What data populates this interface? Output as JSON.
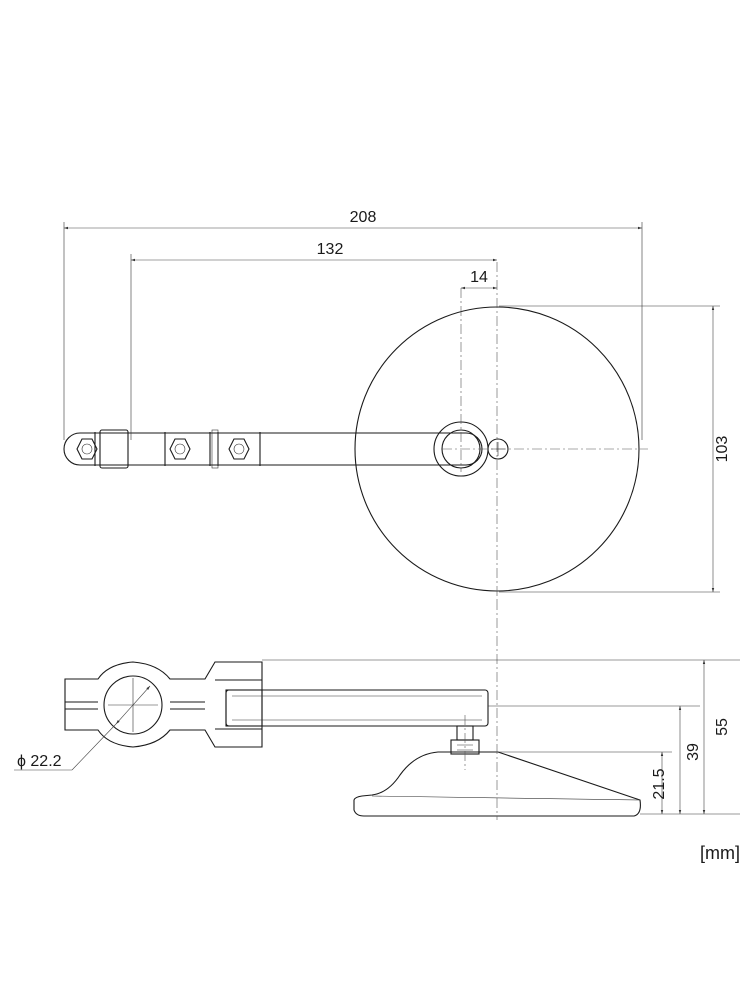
{
  "dimensions": {
    "overall_width": "208",
    "arm_length": "132",
    "offset": "14",
    "mirror_diameter": "103",
    "total_height": "55",
    "clamp_height": "39",
    "mirror_height": "21.5",
    "bar_diameter": "ϕ 22.2"
  },
  "unit_label": "[mm]"
}
